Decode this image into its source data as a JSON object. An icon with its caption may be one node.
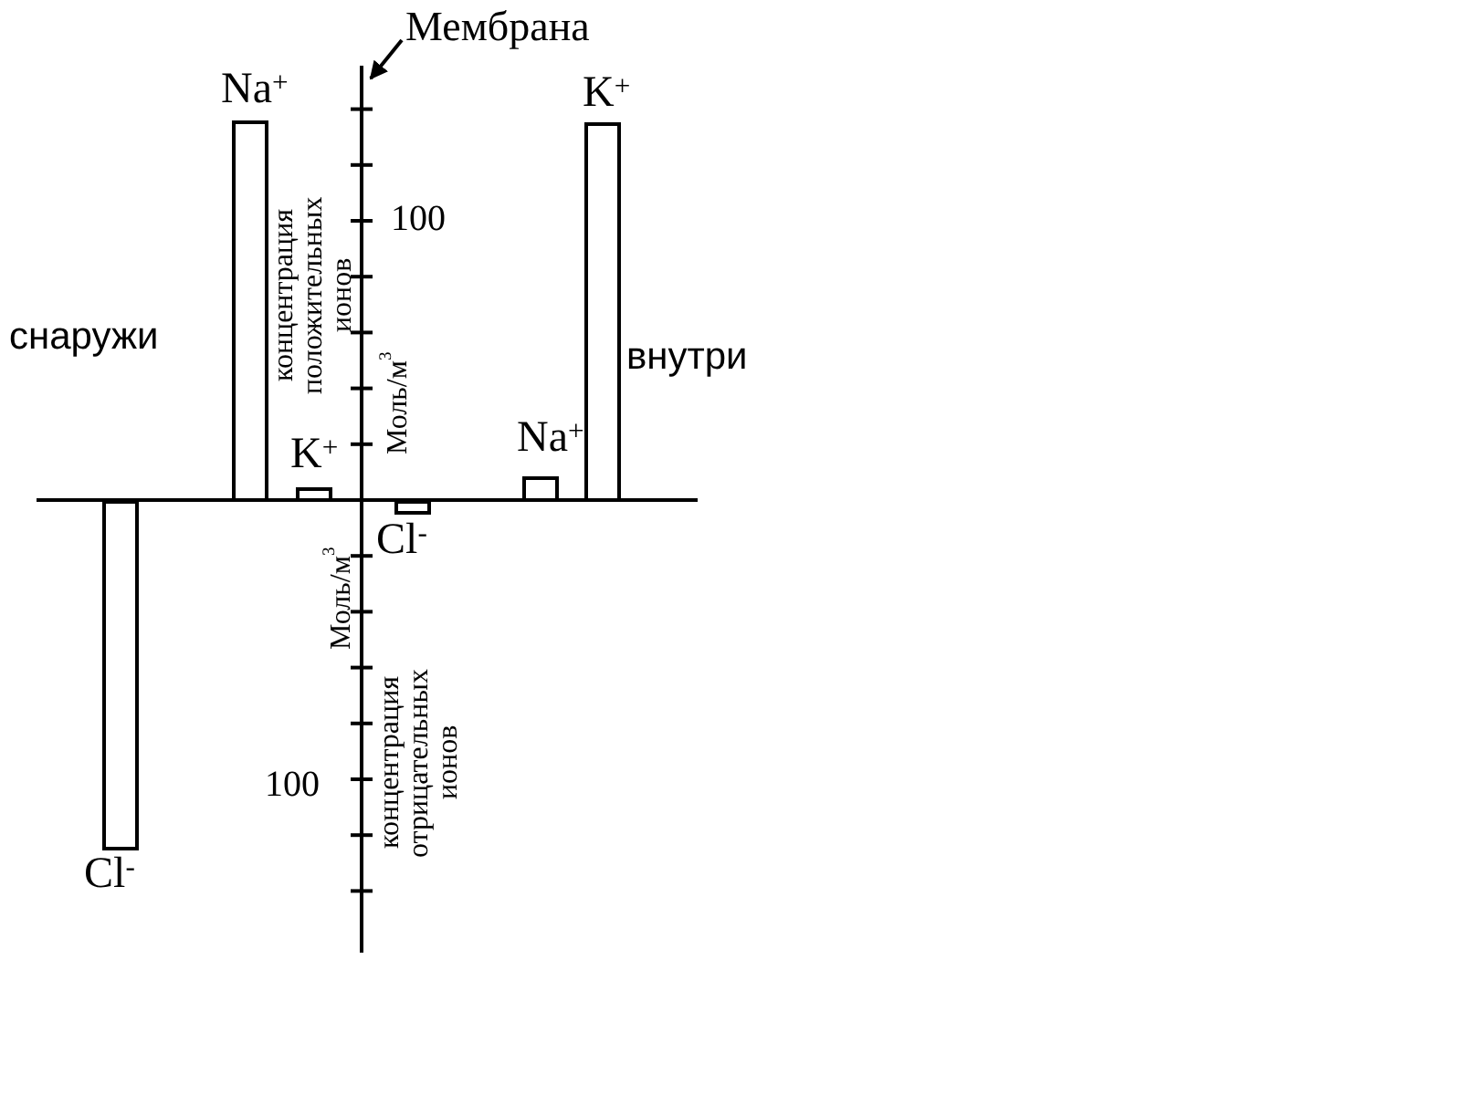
{
  "diagram": {
    "nodes": [
      {
        "text": [
          "Мембрана"
        ]
      },
      {
        "text": [
          "Na$^{+}$"
        ]
      },
      {
        "text": [
          "K$^{+}$"
        ]
      },
      {
        "text": [
          "Cl$^{-}$"
        ]
      },
      {
        "text": [
          "Na$^{+}$"
        ]
      },
      {
        "text": [
          "K$^{+}$"
        ]
      },
      {
        "text": [
          "Cl$^{-}$"
        ]
      },
      {
        "text": [],
        "shape": "bar"
      }
    ],
    "edges": [
      {
        "from": 0,
        "to": 7,
        "arrow": "to"
      }
    ],
    "labels": [
      "100",
      "концентрация положительных ионов",
      "снаружи",
      "внутри",
      "Моль/м$^{3}$",
      "Моль/м$^{3}$",
      "концентрация отрицательных ионов",
      "100"
    ]
  }
}
